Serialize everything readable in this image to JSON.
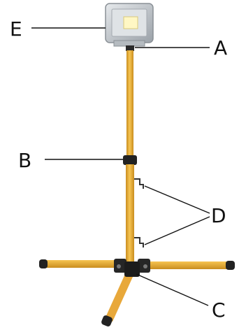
{
  "diagram": {
    "labels": {
      "a": "A",
      "b": "B",
      "c": "C",
      "d": "D",
      "e": "E"
    },
    "colors": {
      "pole": "#f0b43a",
      "pole_shade": "#c98d1f",
      "clamp": "#222222",
      "lamp_frame": "#c9ced3",
      "lamp_led": "#fff7c4",
      "leader": "#111111"
    }
  }
}
